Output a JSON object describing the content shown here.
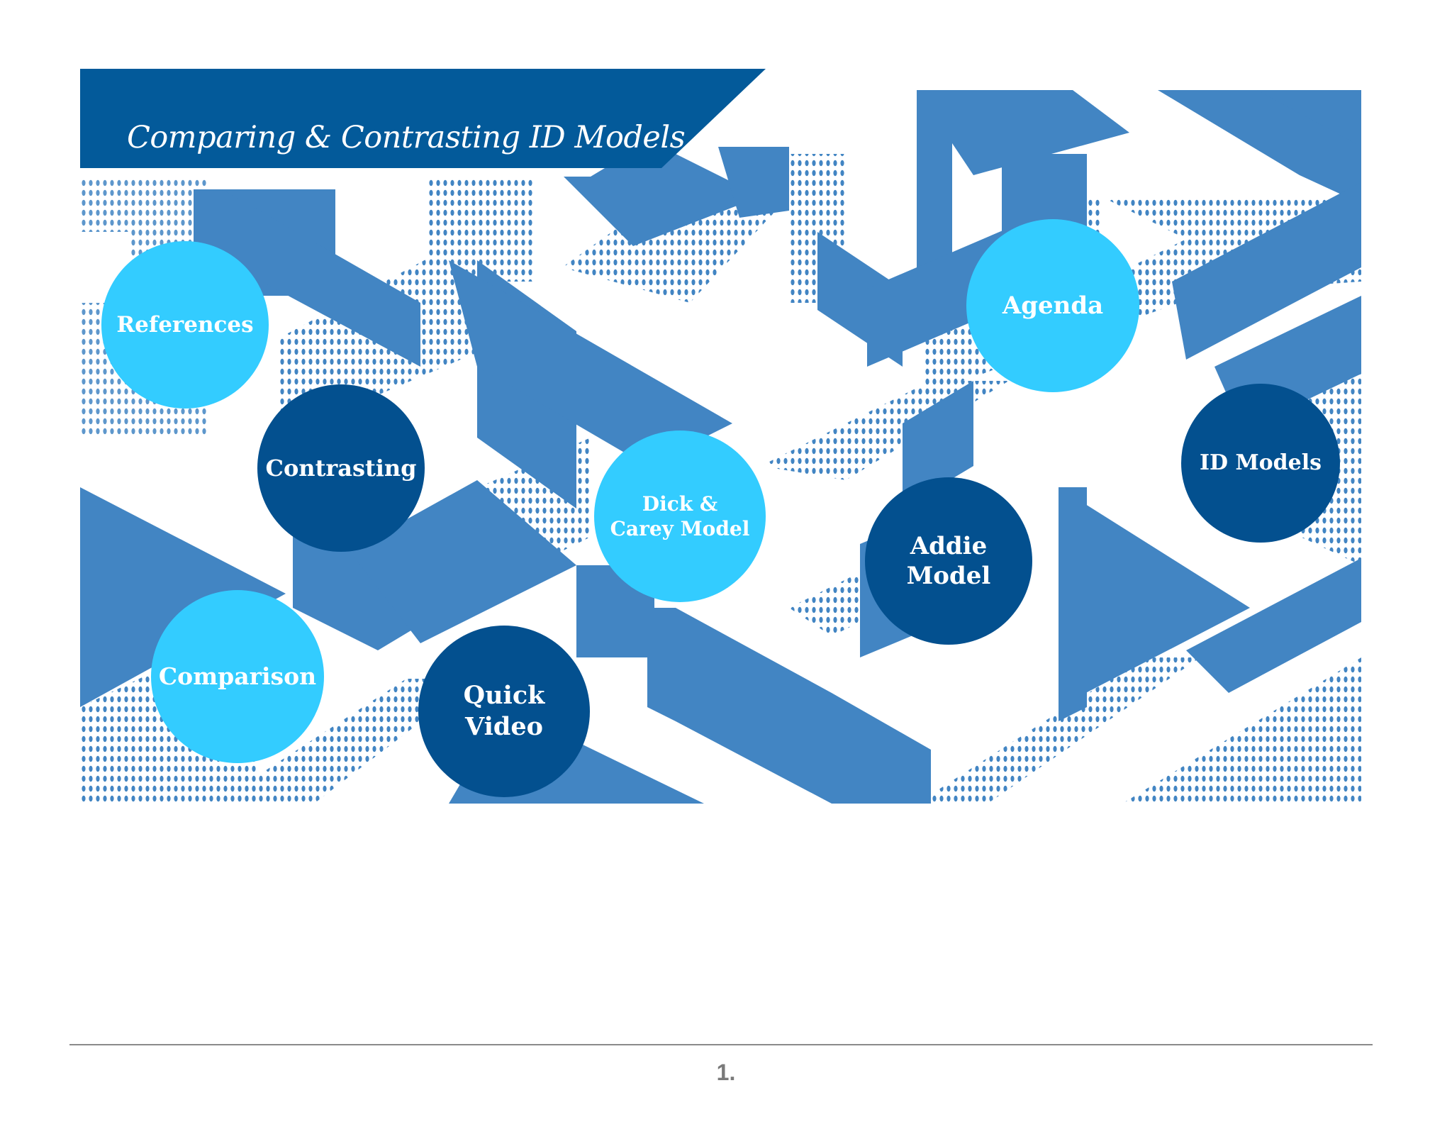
{
  "slide": {
    "title": "Comparing & Contrasting ID Models",
    "bubbles": [
      {
        "id": "references",
        "lines": [
          "References"
        ],
        "style": "light"
      },
      {
        "id": "contrasting",
        "lines": [
          "Contrasting"
        ],
        "style": "dark"
      },
      {
        "id": "comparison",
        "lines": [
          "Comparison"
        ],
        "style": "light"
      },
      {
        "id": "quick-video",
        "lines": [
          "Quick",
          "Video"
        ],
        "style": "dark"
      },
      {
        "id": "dick-carey",
        "lines": [
          "Dick &",
          "Carey Model"
        ],
        "style": "light"
      },
      {
        "id": "agenda",
        "lines": [
          "Agenda"
        ],
        "style": "light"
      },
      {
        "id": "addie",
        "lines": [
          "Addie",
          "Model"
        ],
        "style": "dark"
      },
      {
        "id": "id-models",
        "lines": [
          "ID Models"
        ],
        "style": "dark"
      }
    ]
  },
  "footer": {
    "page_number": "1."
  },
  "colors": {
    "banner": "#035a9a",
    "maze_blue": "#4285c3",
    "bubble_light": "#33ccff",
    "bubble_dark": "#03508f"
  }
}
